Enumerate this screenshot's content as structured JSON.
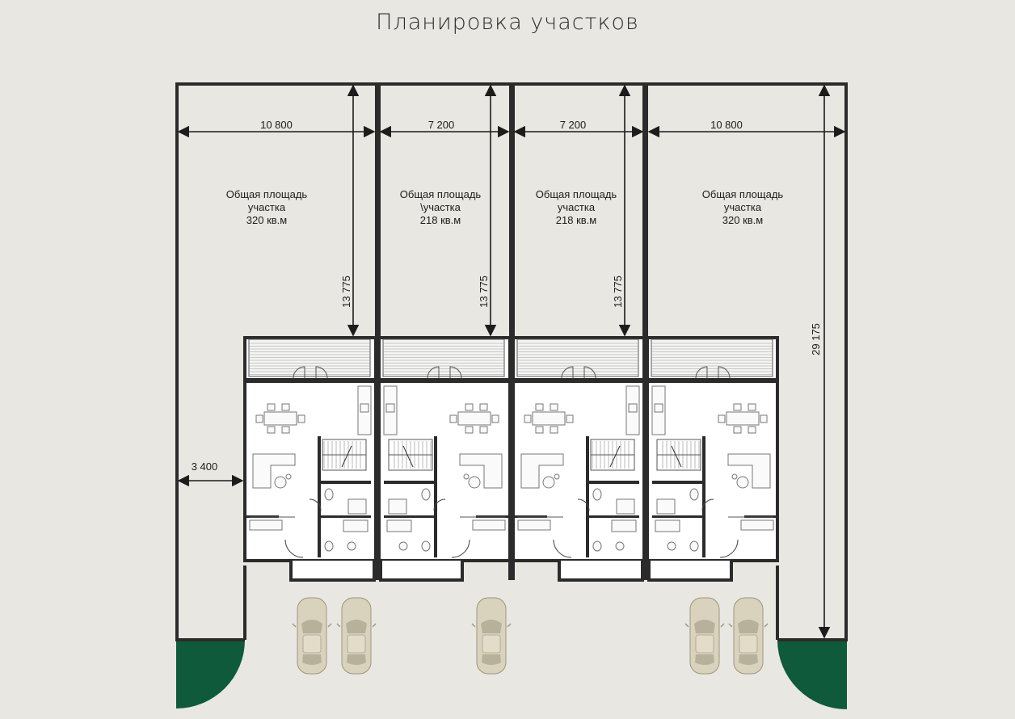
{
  "title": "Планировка участков",
  "plots": [
    {
      "width": "10 800",
      "depth": "13 775",
      "area_line1": "Общая площадь",
      "area_line2": "участка",
      "area_line3": "320 кв.м"
    },
    {
      "width": "7 200",
      "depth": "13 775",
      "area_line1": "Общая площадь",
      "area_line2": "\\участка",
      "area_line3": "218 кв.м"
    },
    {
      "width": "7 200",
      "depth": "13 775",
      "area_line1": "Общая площадь",
      "area_line2": "участка",
      "area_line3": "218 кв.м"
    },
    {
      "width": "10 800",
      "depth": "",
      "area_line1": "Общая площадь",
      "area_line2": "участка",
      "area_line3": "320 кв.м"
    }
  ],
  "side_offset": "3 400",
  "total_depth": "29 175",
  "colors": {
    "background": "#e8e7e2",
    "boundary": "#2b2b2b",
    "building": "#ffffff",
    "green_corner": "#0e5a3a",
    "car": "#d9d2bd"
  }
}
